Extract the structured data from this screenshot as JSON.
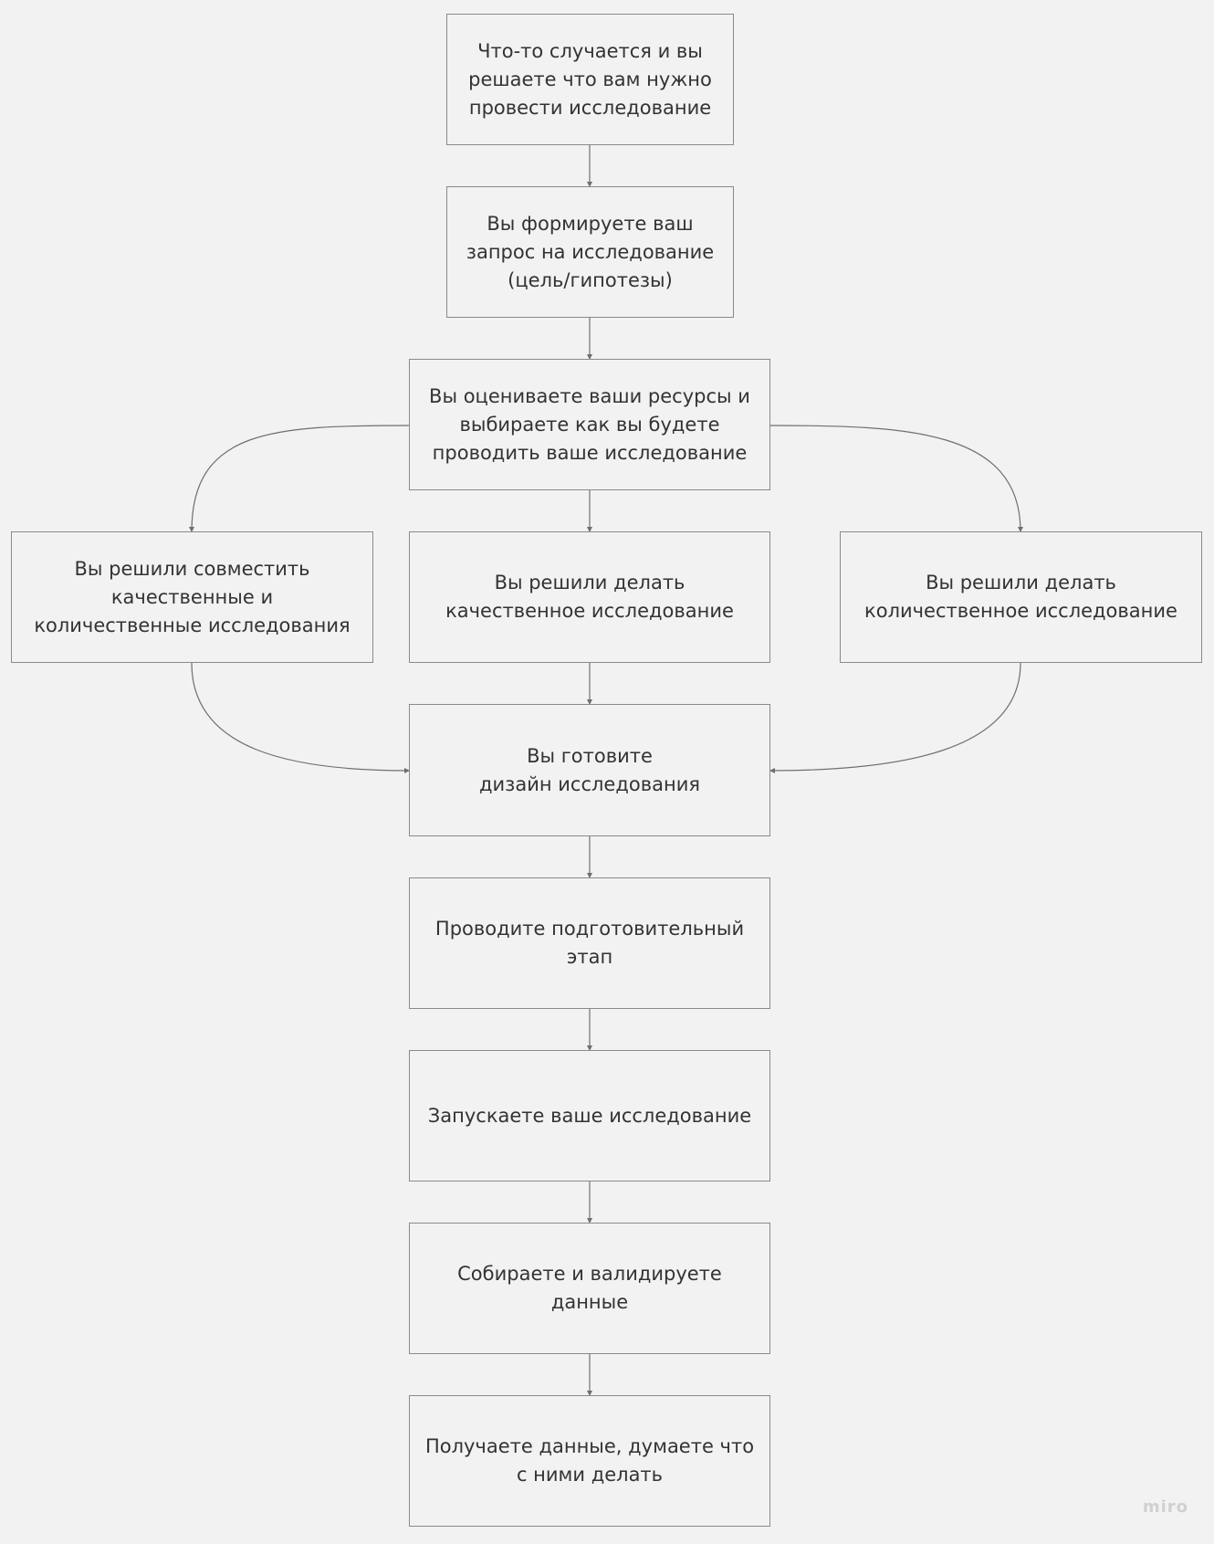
{
  "nodes": {
    "trigger": "Что-то случается и вы решаете что вам нужно провести исследование",
    "request": "Вы формируете ваш запрос на исследование (цель/гипотезы)",
    "resources": "Вы оцениваете ваши ресурсы и выбираете как вы будете проводить ваше исследование",
    "mixed": "Вы решили совместить качественные и количественные исследования",
    "qualitative": "Вы решили делать качественное исследование",
    "quantitative": "Вы решили делать количественное исследование",
    "design": "Вы готовите\nдизайн исследования",
    "prep": "Проводите подготовительный этап",
    "launch": "Запускаете ваше исследование",
    "collect": "Собираете и валидируете данные",
    "results": "Получаете данные, думаете что с ними делать"
  },
  "watermark": "miro",
  "colors": {
    "background": "#f2f2f2",
    "border": "#8a8a8a",
    "text": "#333333",
    "line": "#6f6f6f"
  }
}
